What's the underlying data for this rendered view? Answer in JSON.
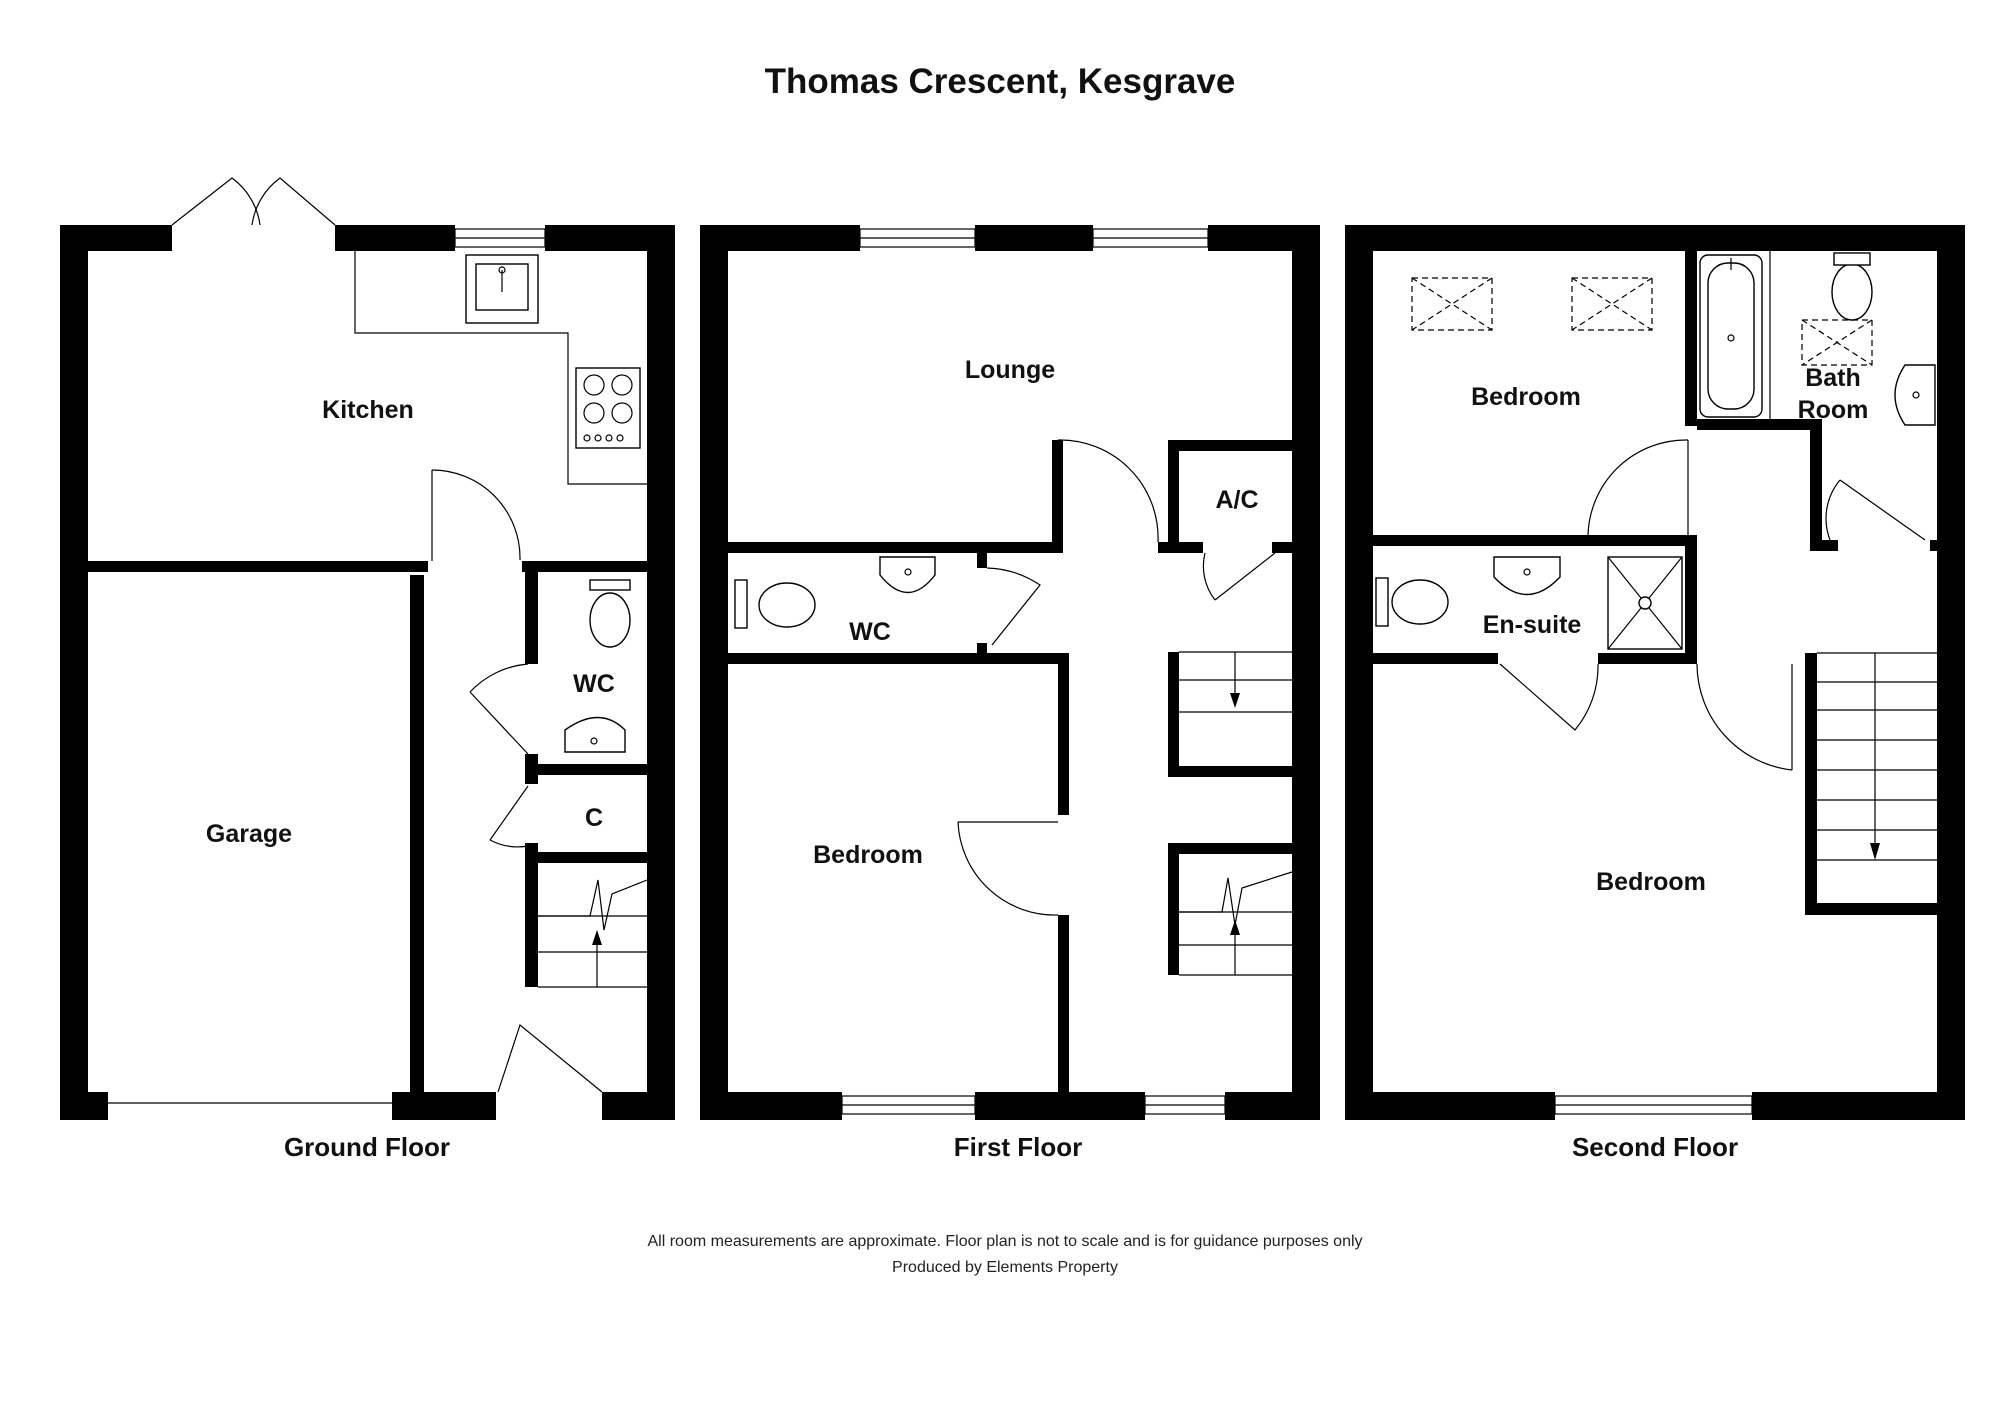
{
  "title": "Thomas Crescent, Kesgrave",
  "floors": [
    {
      "label": "Ground Floor",
      "rooms": [
        "Kitchen",
        "Garage",
        "WC",
        "C"
      ]
    },
    {
      "label": "First Floor",
      "rooms": [
        "Lounge",
        "A/C",
        "WC",
        "Bedroom"
      ]
    },
    {
      "label": "Second Floor",
      "rooms": [
        "Bedroom",
        "Bath",
        "Room",
        "En-suite",
        "Bedroom"
      ]
    }
  ],
  "footer": {
    "disclaimer": "All room measurements are approximate. Floor plan is not to scale and is for guidance purposes only",
    "credit": "Produced by Elements Property"
  }
}
